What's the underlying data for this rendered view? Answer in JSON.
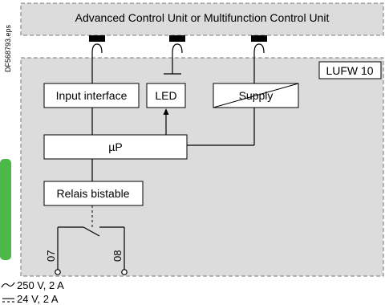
{
  "file_ref": "DF568793.eps",
  "top_unit": {
    "label": "Advanced Control Unit or Multifunction Control Unit"
  },
  "module": {
    "label": "LUFW 10"
  },
  "blocks": {
    "input_interface": "Input interface",
    "led": "LED",
    "supply": "Supply",
    "processor": "µP",
    "relay": "Relais bistable"
  },
  "terminals": {
    "left": "07",
    "right": "08"
  },
  "ratings": {
    "ac": "250 V, 2 A",
    "dc": "24 V, 2 A"
  },
  "colors": {
    "panel_fill": "#dcdcdc",
    "dash_stroke": "#7a7a7a",
    "side_tab": "#4cb848",
    "line": "#000000"
  }
}
